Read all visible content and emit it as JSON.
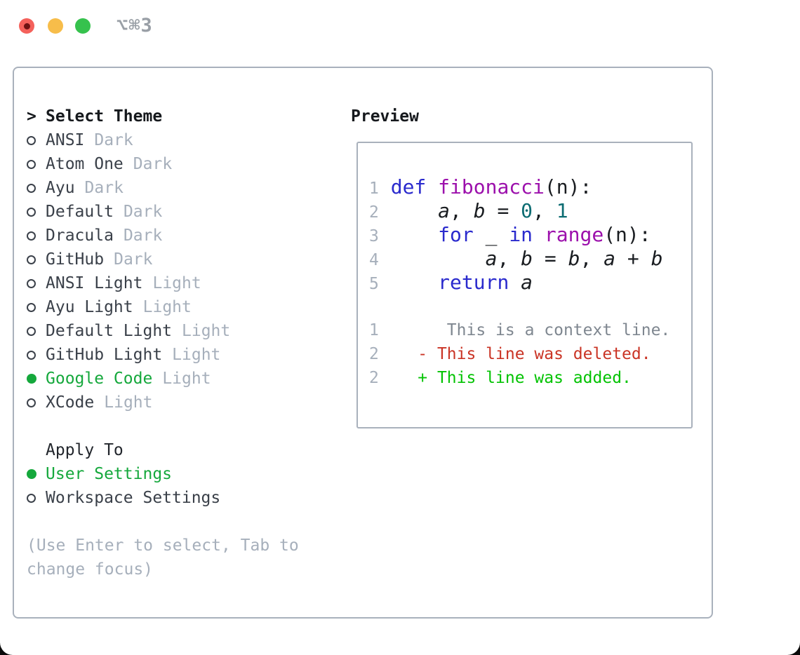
{
  "titlebar": {
    "shortcut": "⌥⌘3",
    "traffic_lights": [
      {
        "name": "close",
        "color": "#f4615b",
        "dot_color": "#6e1212"
      },
      {
        "name": "minimize",
        "color": "#f7bd4a"
      },
      {
        "name": "zoom",
        "color": "#36c24d"
      }
    ]
  },
  "theme_list": {
    "header_marker": ">",
    "header": "Select Theme",
    "items": [
      {
        "name": "ANSI",
        "variant": "Dark",
        "selected": false
      },
      {
        "name": "Atom One",
        "variant": "Dark",
        "selected": false
      },
      {
        "name": "Ayu",
        "variant": "Dark",
        "selected": false
      },
      {
        "name": "Default",
        "variant": "Dark",
        "selected": false
      },
      {
        "name": "Dracula",
        "variant": "Dark",
        "selected": false
      },
      {
        "name": "GitHub",
        "variant": "Dark",
        "selected": false
      },
      {
        "name": "ANSI Light",
        "variant": "Light",
        "selected": false
      },
      {
        "name": "Ayu Light",
        "variant": "Light",
        "selected": false
      },
      {
        "name": "Default Light",
        "variant": "Light",
        "selected": false
      },
      {
        "name": "GitHub Light",
        "variant": "Light",
        "selected": false
      },
      {
        "name": "Google Code",
        "variant": "Light",
        "selected": true
      },
      {
        "name": "XCode",
        "variant": "Light",
        "selected": false
      }
    ]
  },
  "apply_to": {
    "header": "Apply To",
    "items": [
      {
        "name": "User Settings",
        "selected": true
      },
      {
        "name": "Workspace Settings",
        "selected": false
      }
    ]
  },
  "hint": "(Use Enter to select, Tab to change focus)",
  "preview": {
    "header": "Preview",
    "code_lines": [
      [
        {
          "t": "1",
          "c": "ln"
        },
        {
          "t": " ",
          "c": "pl"
        },
        {
          "t": "def",
          "c": "kw"
        },
        {
          "t": " ",
          "c": "pl"
        },
        {
          "t": "fibonacci",
          "c": "fn"
        },
        {
          "t": "(n):",
          "c": "pl"
        }
      ],
      [
        {
          "t": "2",
          "c": "ln"
        },
        {
          "t": "     ",
          "c": "pl"
        },
        {
          "t": "a",
          "c": "var"
        },
        {
          "t": ", ",
          "c": "pl"
        },
        {
          "t": "b",
          "c": "var"
        },
        {
          "t": " = ",
          "c": "pl"
        },
        {
          "t": "0",
          "c": "nm"
        },
        {
          "t": ", ",
          "c": "pl"
        },
        {
          "t": "1",
          "c": "nm"
        }
      ],
      [
        {
          "t": "3",
          "c": "ln"
        },
        {
          "t": "     ",
          "c": "pl"
        },
        {
          "t": "for",
          "c": "kw"
        },
        {
          "t": " _ ",
          "c": "pl"
        },
        {
          "t": "in",
          "c": "kw"
        },
        {
          "t": " ",
          "c": "pl"
        },
        {
          "t": "range",
          "c": "fn"
        },
        {
          "t": "(n):",
          "c": "pl"
        }
      ],
      [
        {
          "t": "4",
          "c": "ln"
        },
        {
          "t": "         ",
          "c": "pl"
        },
        {
          "t": "a",
          "c": "var"
        },
        {
          "t": ", ",
          "c": "pl"
        },
        {
          "t": "b",
          "c": "var"
        },
        {
          "t": " = ",
          "c": "pl"
        },
        {
          "t": "b",
          "c": "var"
        },
        {
          "t": ", ",
          "c": "pl"
        },
        {
          "t": "a",
          "c": "var"
        },
        {
          "t": " + ",
          "c": "pl"
        },
        {
          "t": "b",
          "c": "var"
        }
      ],
      [
        {
          "t": "5",
          "c": "ln"
        },
        {
          "t": "     ",
          "c": "pl"
        },
        {
          "t": "return",
          "c": "kw"
        },
        {
          "t": " ",
          "c": "pl"
        },
        {
          "t": "a",
          "c": "var"
        }
      ]
    ],
    "diff_lines": [
      [
        {
          "t": "1",
          "c": "ln"
        },
        {
          "t": "       ",
          "c": "ctx"
        },
        {
          "t": "This is a context line.",
          "c": "ctx"
        }
      ],
      [
        {
          "t": "2",
          "c": "ln"
        },
        {
          "t": "    ",
          "c": "pl"
        },
        {
          "t": "- This line was deleted.",
          "c": "del"
        }
      ],
      [
        {
          "t": "2",
          "c": "ln"
        },
        {
          "t": "    ",
          "c": "pl"
        },
        {
          "t": "+ This line was added.",
          "c": "add"
        }
      ]
    ]
  },
  "colors": {
    "ui_selected_green": "#15a83c",
    "list_text": "#3a4049",
    "heading_text": "#16191d",
    "muted_gray": "#a6afbb",
    "panel_border": "#a9b1bc",
    "keyword_blue": "#2a2acd",
    "function_magenta": "#9c10ac",
    "number_teal": "#0c6c72",
    "code_text": "#1a1d21",
    "context_gray": "#7f8790",
    "diff_deleted_red": "#ca3425",
    "diff_added_green": "#03c303",
    "titlebar_text": "#999fa6"
  }
}
